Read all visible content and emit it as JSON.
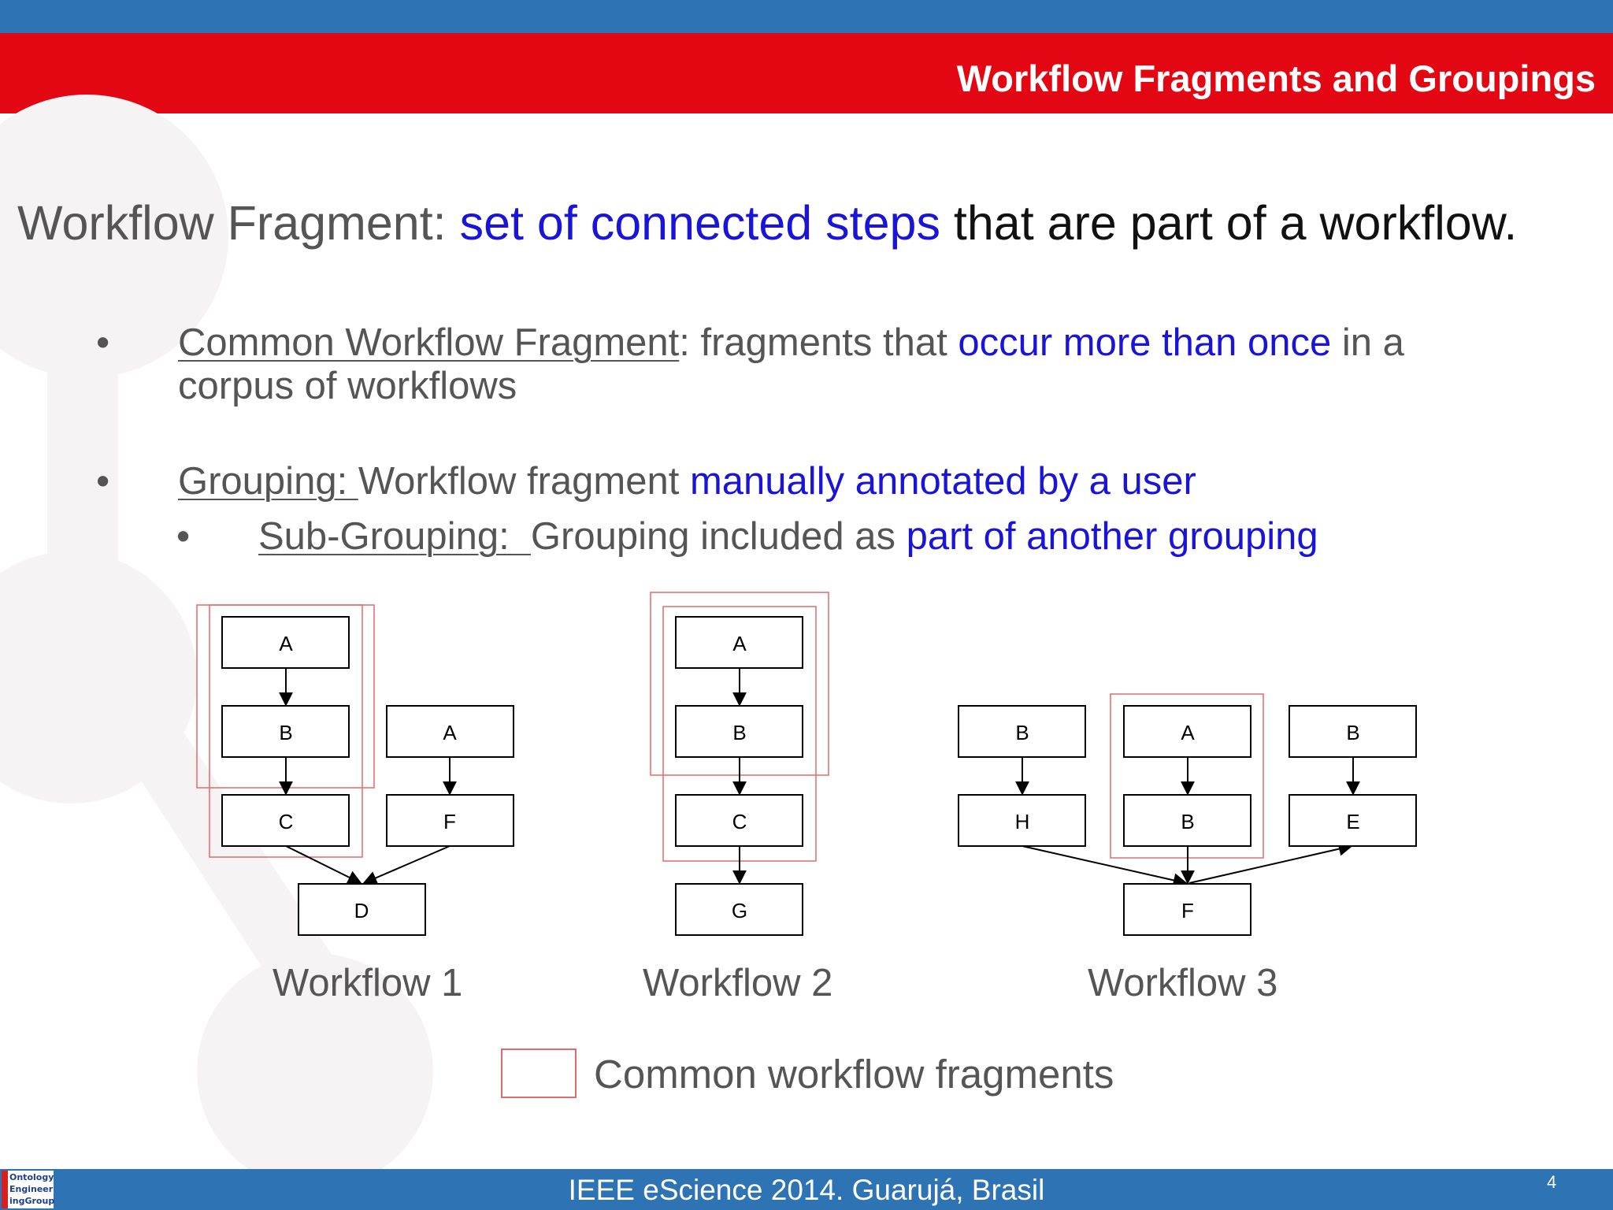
{
  "slide": {
    "title": "Workflow Fragments and Groupings",
    "page_number": "4"
  },
  "headline": {
    "label": "Workflow Fragment: ",
    "highlight": "set of connected steps",
    "rest": " that are part of a workflow."
  },
  "bullets": [
    {
      "term": "Common Workflow Fragment",
      "text_before": ": fragments that ",
      "highlight": "occur more than once",
      "text_after": " in a",
      "line2": "corpus of workflows"
    },
    {
      "term": "Grouping: ",
      "text_before": "Workflow fragment ",
      "highlight": "manually annotated by a user"
    },
    {
      "term": "Sub-Grouping:  ",
      "text_before": "Grouping included as ",
      "highlight": "part of another grouping"
    }
  ],
  "bullet_symbol": "•",
  "workflows": [
    {
      "name": "Workflow 1",
      "nodes": [
        "A",
        "B",
        "C",
        "A",
        "F",
        "D"
      ]
    },
    {
      "name": "Workflow 2",
      "nodes": [
        "A",
        "B",
        "C",
        "G"
      ]
    },
    {
      "name": "Workflow 3",
      "nodes": [
        "B",
        "A",
        "B",
        "H",
        "B",
        "E",
        "F"
      ]
    }
  ],
  "legend": {
    "label": "Common workflow fragments"
  },
  "footer": {
    "text": "IEEE eScience 2014. Guarujá, Brasil",
    "logo_text": [
      "Ontology",
      "Engineer",
      "ingGroup"
    ]
  },
  "colors": {
    "top_bar": "#2e74b5",
    "title_bar": "#e30613",
    "highlight": "#1a14d8",
    "fragment_outline": "#e06b6b"
  }
}
